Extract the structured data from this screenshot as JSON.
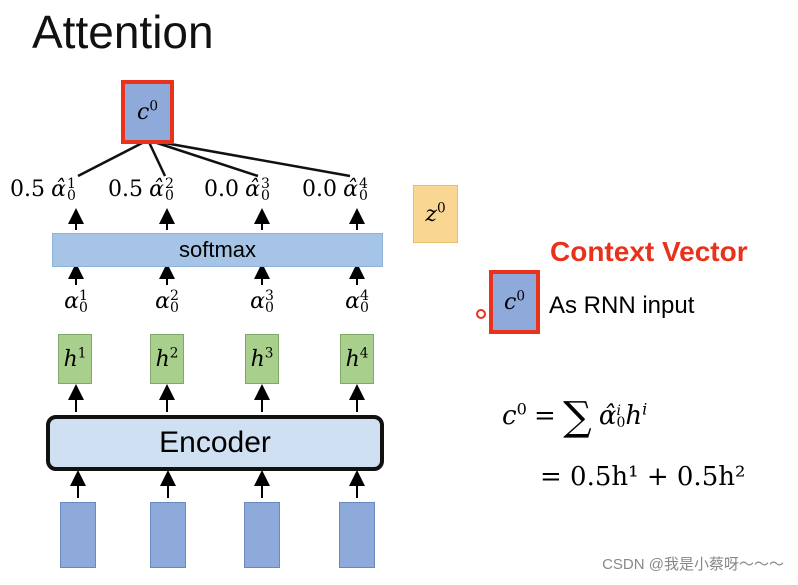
{
  "title": "Attention",
  "c_top": "c⁰",
  "weights": [
    {
      "value": "0.5",
      "sup": "1"
    },
    {
      "value": "0.5",
      "sup": "2"
    },
    {
      "value": "0.0",
      "sup": "3"
    },
    {
      "value": "0.0",
      "sup": "4"
    }
  ],
  "softmax": "softmax",
  "alphas": [
    {
      "sup": "1"
    },
    {
      "sup": "2"
    },
    {
      "sup": "3"
    },
    {
      "sup": "4"
    }
  ],
  "hidden": [
    "1",
    "2",
    "3",
    "4"
  ],
  "encoder": "Encoder",
  "z_sup": "0",
  "context_title": "Context Vector",
  "rnn_label": "As RNN input",
  "equation": {
    "line1": "= ∑",
    "line2": "= 0.5h¹ + 0.5h²"
  },
  "watermark": "CSDN @我是小蔡呀～～～",
  "colors": {
    "red": "#e8321c",
    "blue_box": "#8eaadb",
    "green_box": "#a9cf8c",
    "z_box": "#f9d792",
    "softmax": "#a6c4e6"
  }
}
